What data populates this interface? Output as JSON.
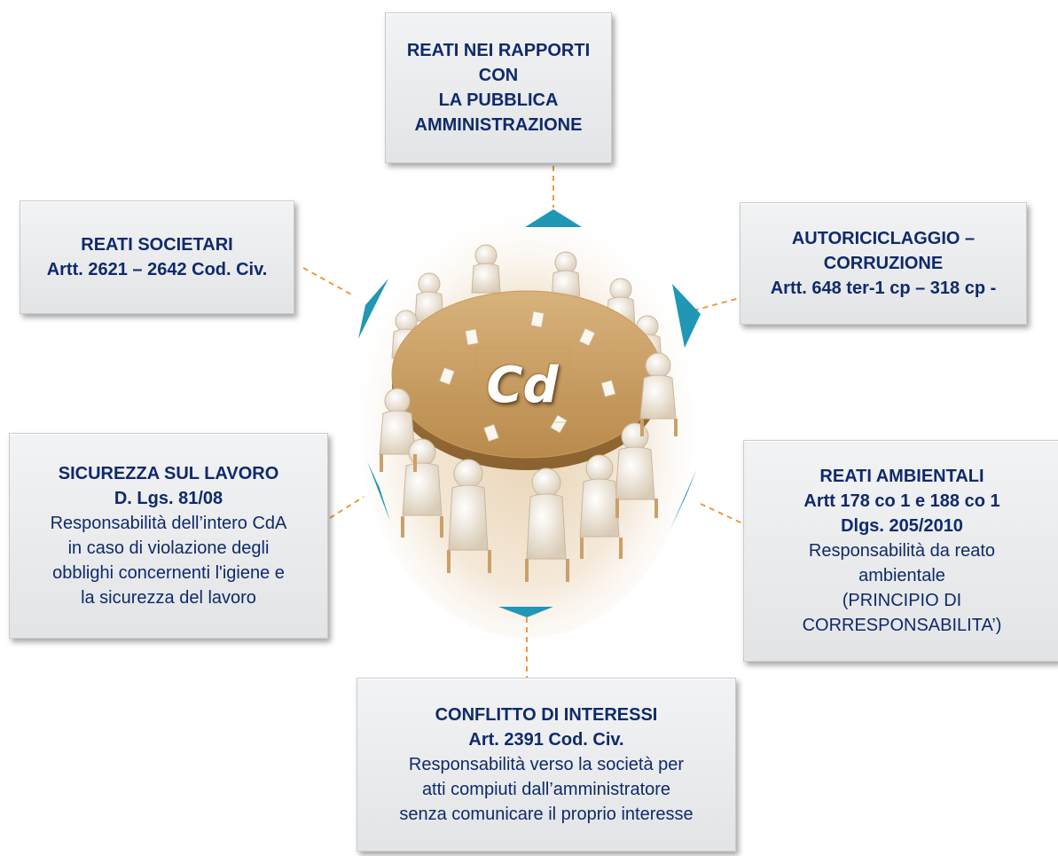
{
  "center": {
    "label": "Cd"
  },
  "boxes": {
    "pa": {
      "lines": [
        "REATI NEI RAPPORTI CON",
        "LA PUBBLICA",
        "AMMINISTRAZIONE"
      ]
    },
    "societari": {
      "lines": [
        "REATI SOCIETARI",
        "Artt. 2621 – 2642 Cod. Civ."
      ]
    },
    "autoriciclaggio": {
      "lines": [
        "AUTORICICLAGGIO –",
        "CORRUZIONE",
        "Artt. 648 ter-1 cp – 318 cp -"
      ]
    },
    "sicurezza": {
      "title": [
        "SICUREZZA SUL LAVORO",
        "D. Lgs. 81/08"
      ],
      "body": [
        "Responsabilità dell’intero CdA",
        "in caso di violazione degli",
        "obblighi concernenti l'igiene e",
        "la sicurezza del lavoro"
      ]
    },
    "ambientali": {
      "title": [
        "REATI AMBIENTALI",
        "Artt 178 co 1 e 188 co 1",
        "Dlgs. 205/2010"
      ],
      "body": [
        "Responsabilità da reato",
        "ambientale",
        "(PRINCIPIO DI",
        "CORRESPONSABILITA’)"
      ]
    },
    "conflitto": {
      "title": [
        "CONFLITTO DI INTERESSI",
        "Art. 2391 Cod. Civ."
      ],
      "body": [
        "Responsabilità verso la società per",
        "atti compiuti dall’amministratore",
        "senza comunicare il proprio interesse"
      ]
    }
  },
  "colors": {
    "text": "#0f2a6b",
    "arrow": "#1f97b5",
    "connector": "#ef9a3c",
    "table": "#c8995a"
  },
  "icons": {
    "center_image": "round-table-meeting-illustration",
    "arrows": "triangle-pointer"
  }
}
